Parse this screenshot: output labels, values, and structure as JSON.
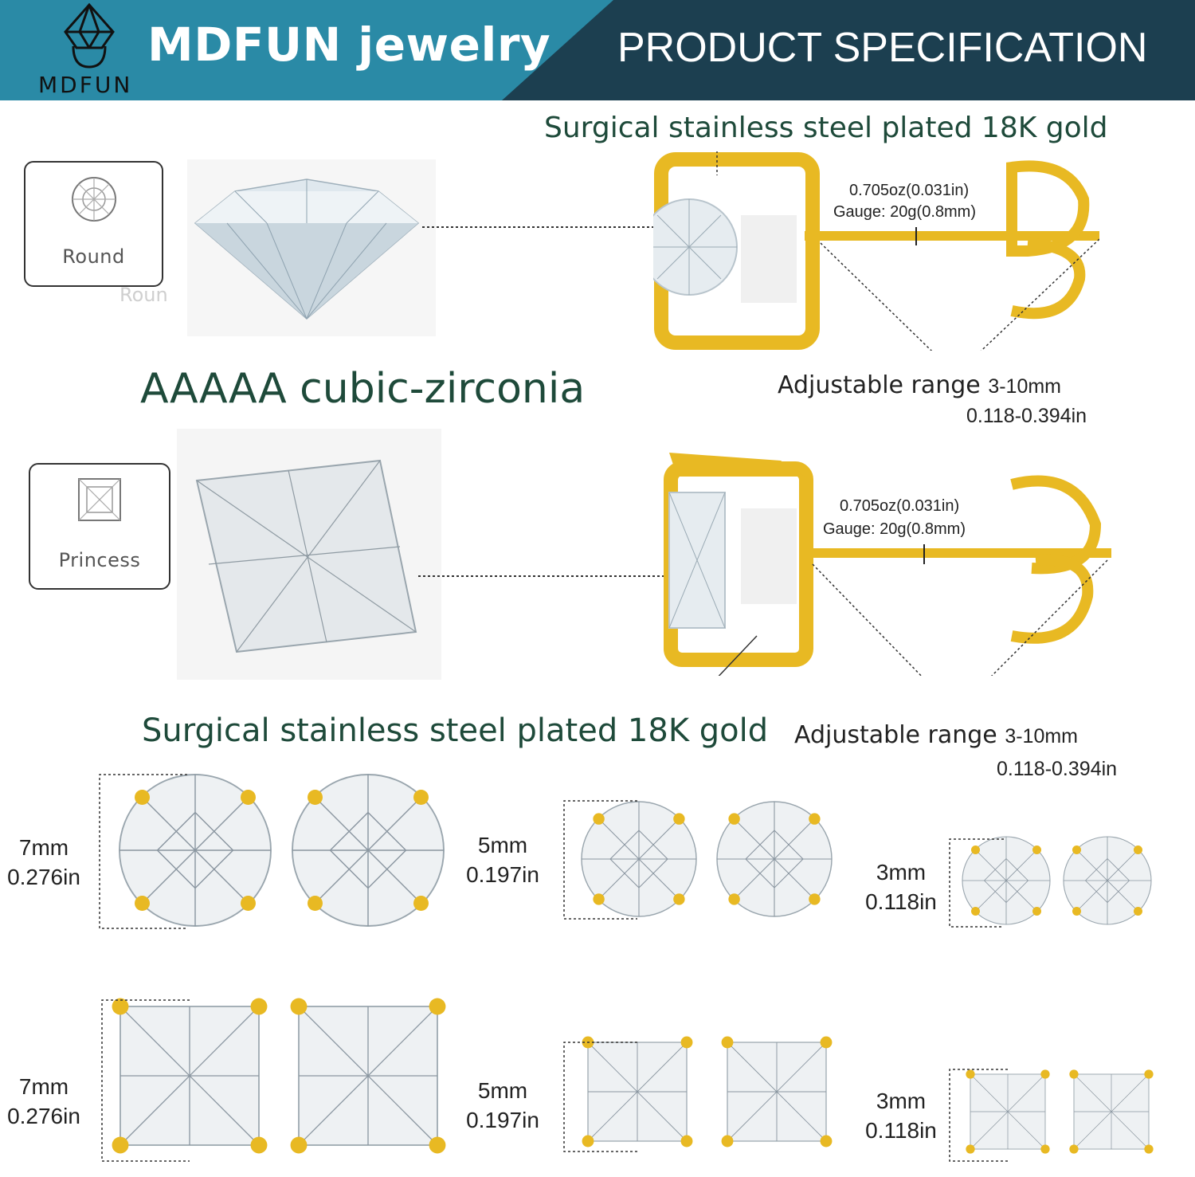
{
  "header": {
    "logo_text": "MDFUN",
    "brand": "MDFUN jewelry",
    "title": "PRODUCT SPECIFICATION",
    "colors": {
      "teal": "#2a8aa6",
      "navy": "#1c3f50"
    }
  },
  "round_section": {
    "shape_label": "Round",
    "ghost_label": "Roun",
    "top_caption": "Surgical stainless steel plated 18K gold",
    "weight": "0.705oz(0.031in)",
    "gauge": "Gauge: 20g(0.8mm)",
    "adjustable_label": "Adjustable range",
    "adjustable_mm": "3-10mm",
    "adjustable_in": "0.118-0.394in"
  },
  "middle_caption": "AAAAA cubic-zirconia",
  "princess_section": {
    "shape_label": "Princess",
    "bottom_caption": "Surgical stainless steel plated 18K gold",
    "weight": "0.705oz(0.031in)",
    "gauge": "Gauge: 20g(0.8mm)",
    "adjustable_label": "Adjustable range",
    "adjustable_mm": "3-10mm",
    "adjustable_in": "0.118-0.394in"
  },
  "sizes_round": [
    {
      "mm": "7mm",
      "in": "0.276in"
    },
    {
      "mm": "5mm",
      "in": "0.197in"
    },
    {
      "mm": "3mm",
      "in": "0.118in"
    }
  ],
  "sizes_princess": [
    {
      "mm": "7mm",
      "in": "0.276in"
    },
    {
      "mm": "5mm",
      "in": "0.197in"
    },
    {
      "mm": "3mm",
      "in": "0.118in"
    }
  ],
  "gold_color": "#e8b923"
}
